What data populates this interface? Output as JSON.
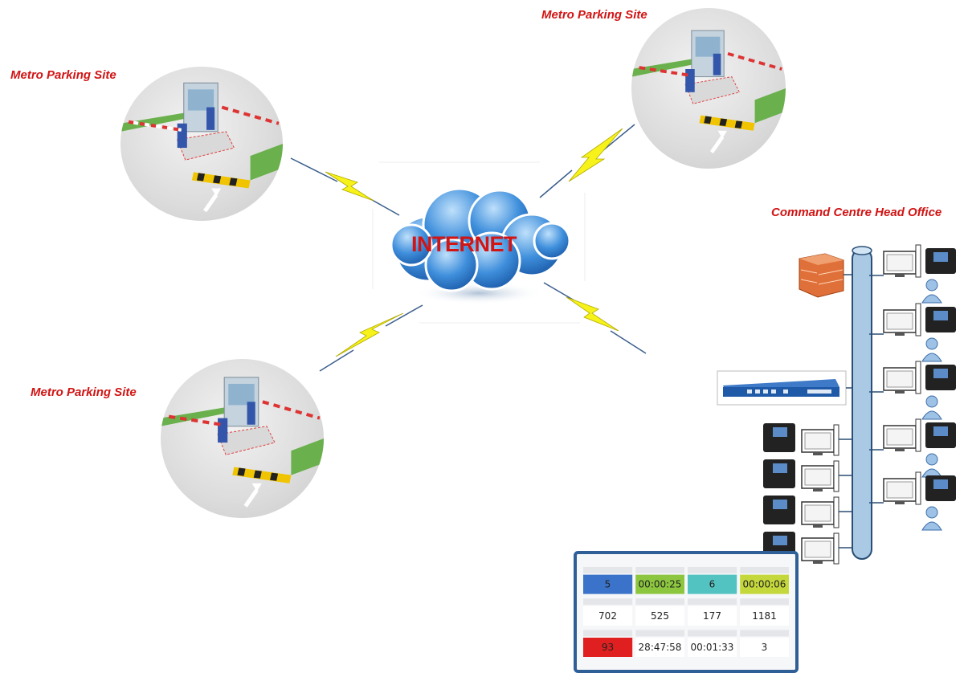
{
  "sites": [
    {
      "label": "Metro Parking Site"
    },
    {
      "label": "Metro Parking Site"
    },
    {
      "label": "Metro Parking Site"
    }
  ],
  "hub": {
    "label": "INTERNET"
  },
  "command_centre": {
    "label": "Command Centre Head Office"
  },
  "dashboard": {
    "values": [
      "5",
      "00:00:25",
      "6",
      "00:00:06",
      "702",
      "525",
      "177",
      "1181",
      "93",
      "28:47:58",
      "00:01:33",
      "3"
    ],
    "tile_colors": [
      "#3a73c9",
      "#8cc63e",
      "#53c3c1",
      "#c4d73b",
      "#ffffff",
      "#ffffff",
      "#ffffff",
      "#ffffff",
      "#e02020",
      "#ffffff",
      "#ffffff",
      "#ffffff"
    ]
  },
  "colors": {
    "label_red": "#d11414",
    "cloud_blue": "#2e7fd0",
    "bolt_yellow": "#f6f21a",
    "trunk_blue": "#9fc2df"
  }
}
